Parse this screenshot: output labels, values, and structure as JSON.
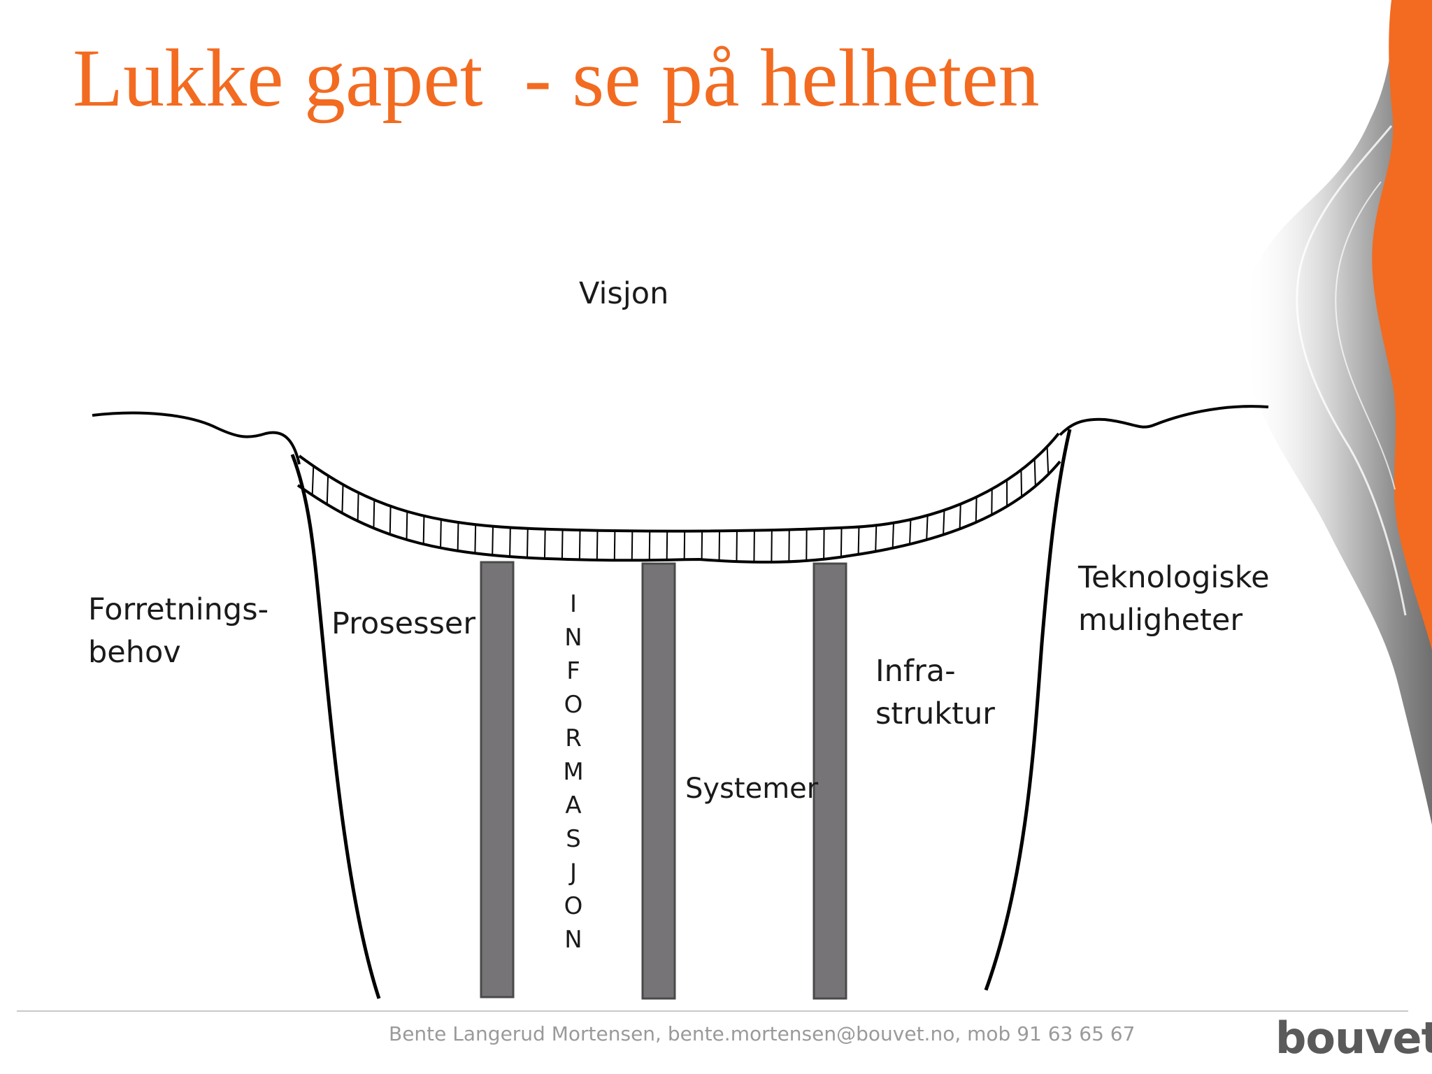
{
  "title": "Lukke gapet  - se på helheten",
  "labels": {
    "visjon": "Visjon",
    "forretnings": [
      "Forretnings-",
      "behov"
    ],
    "prosesser": "Prosesser",
    "informasjon": [
      "I",
      "N",
      "F",
      "O",
      "R",
      "M",
      "A",
      "S",
      "J",
      "O",
      "N"
    ],
    "systemer": "Systemer",
    "infra": [
      "Infra-",
      "struktur"
    ],
    "teknologiske": [
      "Teknologiske",
      "muligheter"
    ]
  },
  "footer": "Bente Langerud Mortensen, bente.mortensen@bouvet.no, mob 91 63 65 67",
  "logo": "bouvet",
  "colors": {
    "title": "#f26b21",
    "accent": "#f26b21",
    "pillar": "#767477",
    "pillar_stroke": "#4a4a4a",
    "line": "#000000"
  }
}
